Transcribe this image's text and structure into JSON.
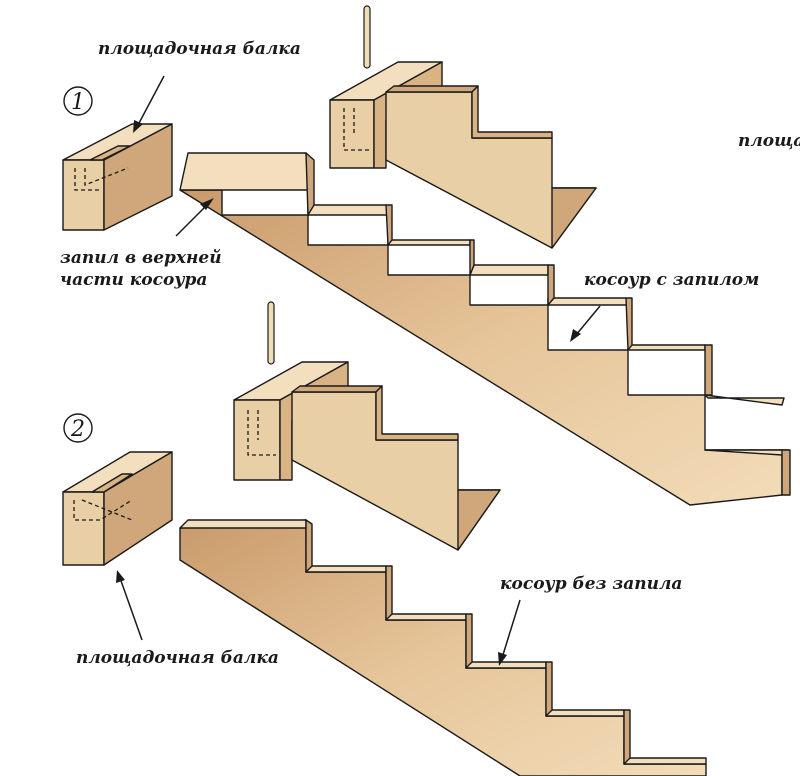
{
  "labels": {
    "beam_top": "площадочная балка",
    "beam_right_cut": "площад",
    "cut_line1": "запил в верхней",
    "cut_line2": "части косоура",
    "stringer_cut": "косоур с запилом",
    "stringer_nocut": "косоур без запила",
    "beam_bottom": "площадочная балка"
  },
  "markers": {
    "one": "1",
    "two": "2"
  },
  "colors": {
    "wood_light": "#f3dfbd",
    "wood_front": "#e9cfa6",
    "wood_dark": "#d9b384",
    "outline": "#1a1a1a"
  }
}
